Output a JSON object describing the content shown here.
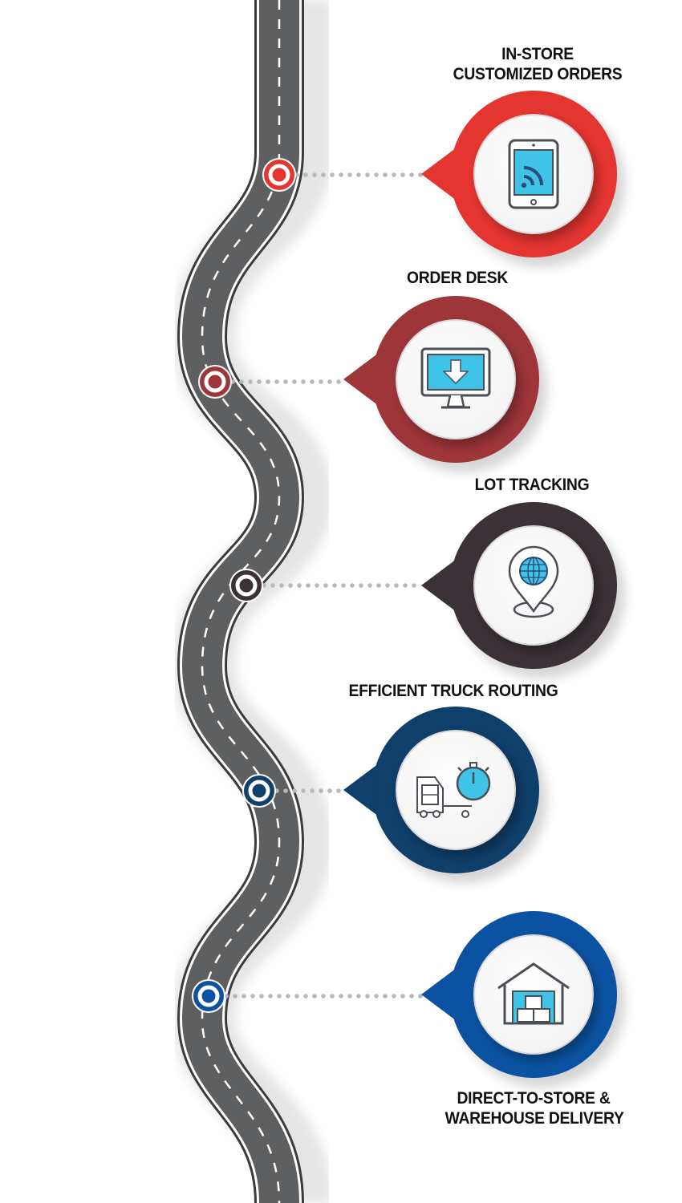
{
  "colors": {
    "road": "#5d5f61",
    "road_edge": "#ffffff",
    "road_outline": "#3a3b3d",
    "dots": "#b8b8b8",
    "icon_accent": "#3fc3e6",
    "icon_line": "#4a4f56"
  },
  "stages": [
    {
      "title_lines": [
        "IN-STORE",
        "CUSTOMIZED ORDERS"
      ],
      "color": "#e53530",
      "icon": "tablet-wifi-icon"
    },
    {
      "title_lines": [
        "ORDER DESK"
      ],
      "color": "#9e3539",
      "icon": "monitor-download-icon"
    },
    {
      "title_lines": [
        "LOT TRACKING"
      ],
      "color": "#3b3238",
      "icon": "globe-pin-icon"
    },
    {
      "title_lines": [
        "EFFICIENT TRUCK ROUTING"
      ],
      "color": "#0f3f6b",
      "icon": "truck-stopwatch-icon"
    },
    {
      "title_lines": [
        "DIRECT-TO-STORE &",
        "WAREHOUSE DELIVERY"
      ],
      "color": "#0b53a2",
      "icon": "warehouse-boxes-icon"
    }
  ]
}
